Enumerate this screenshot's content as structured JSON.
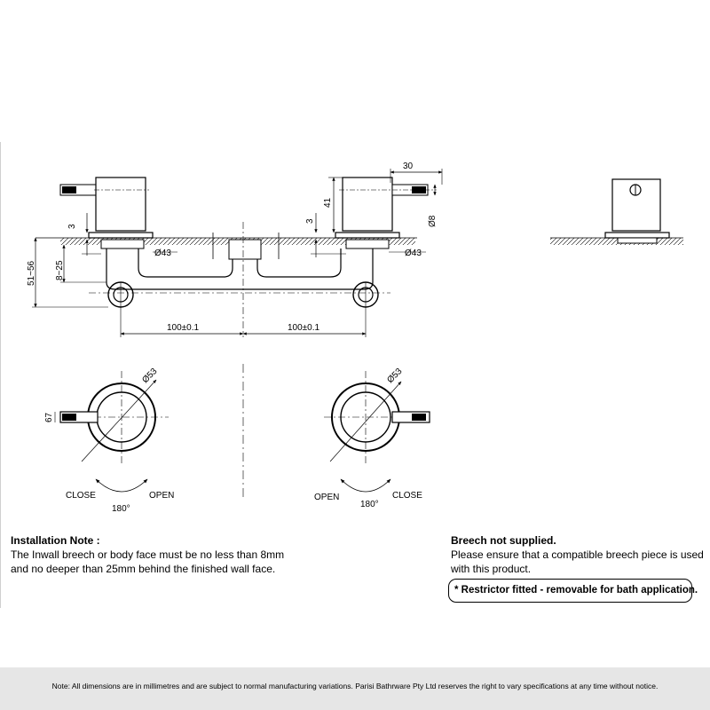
{
  "dimensions": {
    "d30": "30",
    "d41": "41",
    "d8": "Ø8",
    "d3_left": "3",
    "d3_right": "3",
    "d43_left": "Ø43",
    "d43_right": "Ø43",
    "d8_25": "8~25",
    "d51_56": "51~56",
    "d100_left": "100±0.1",
    "d100_right": "100±0.1",
    "d53_left": "Ø53",
    "d53_right": "Ø53",
    "d67": "67",
    "close_left": "CLOSE",
    "open_left": "OPEN",
    "angle_left": "180°",
    "open_right": "OPEN",
    "close_right": "CLOSE",
    "angle_right": "180°"
  },
  "installation": {
    "title": "Installation Note :",
    "line1": "The Inwall breech or body face must be no less than 8mm",
    "line2": "and no deeper than 25mm behind the finished wall face."
  },
  "breech": {
    "title": "Breech not supplied.",
    "line1": "Please ensure that a compatible breech piece is used",
    "line2": "with this product."
  },
  "restrictor": "* Restrictor fitted - removable for bath application.",
  "footer": "Note: All dimensions are in millimetres and are subject to normal manufacturing variations. Parisi Bathrware Pty Ltd reserves the right to vary specifications at any time without notice."
}
